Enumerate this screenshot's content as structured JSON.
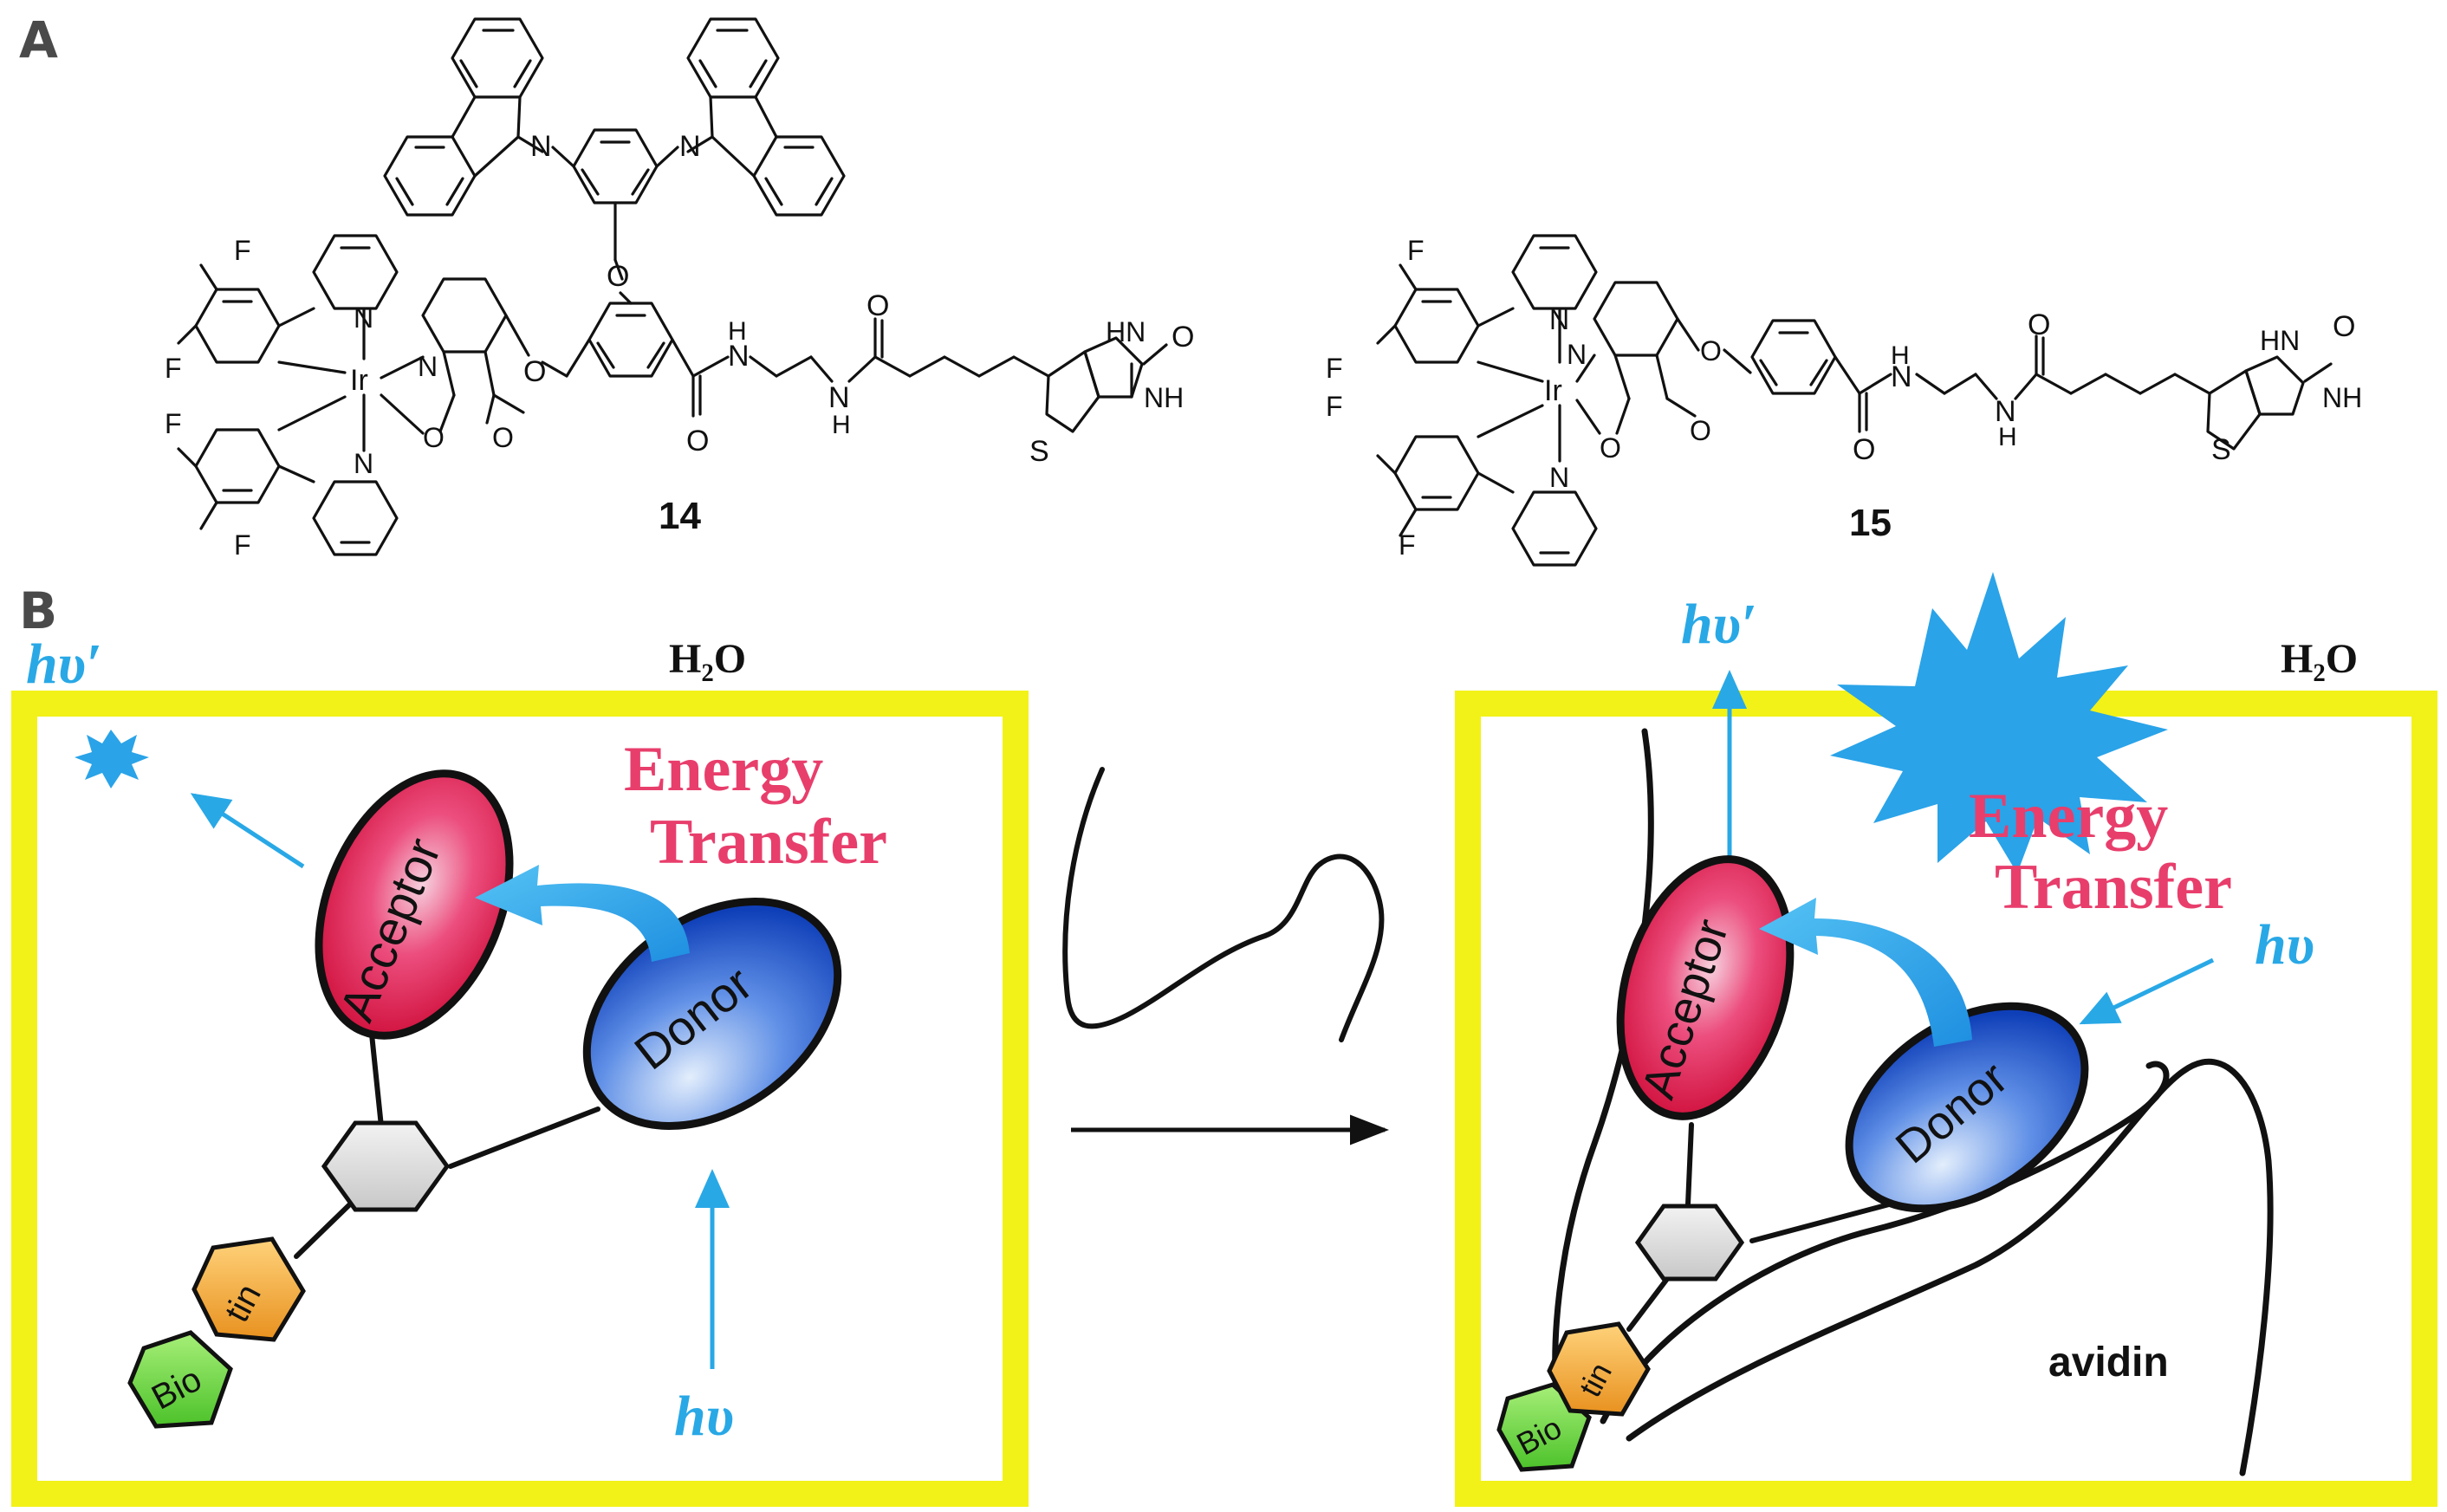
{
  "panels": {
    "a": {
      "letter": "A"
    },
    "b": {
      "letter": "B"
    }
  },
  "compounds": {
    "c14": {
      "label": "14",
      "atoms": {
        "n_carb1": "N",
        "n_carb2": "N",
        "f1": "F",
        "f2": "F",
        "f3": "F",
        "f4": "F",
        "ir": "Ir",
        "n_top": "N",
        "n_bot": "N",
        "n_pic": "N",
        "o_ir": "O",
        "o_carbonyl": "O",
        "o_ether1": "O",
        "o_ether2": "O",
        "nh_amide1": "H",
        "n_amide1": "N",
        "o_amide1": "O",
        "nh_amide2": "N",
        "h_amide2": "H",
        "o_amide2": "O",
        "hn_urea": "HN",
        "o_urea": "O",
        "nh_urea": "NH",
        "s": "S"
      }
    },
    "c15": {
      "label": "15",
      "atoms": {
        "f1": "F",
        "f2": "F",
        "f3": "F",
        "f4": "F",
        "ir": "Ir",
        "n_top": "N",
        "n_bot": "N",
        "n_pic": "N",
        "o_ir": "O",
        "o_carbonyl": "O",
        "o_ether": "O",
        "h_amide1": "H",
        "n_amide1": "N",
        "o_amide1": "O",
        "n_amide2": "N",
        "h_amide2": "H",
        "o_amide2": "O",
        "hn_urea": "HN",
        "o_urea": "O",
        "nh_urea": "NH",
        "s": "S"
      }
    }
  },
  "scheme": {
    "left": {
      "solvent": "H₂O",
      "emission": "hυ′",
      "excitation": "hυ",
      "energy_transfer_line1": "Energy",
      "energy_transfer_line2": "Transfer",
      "acceptor": "Acceptor",
      "donor": "Donor",
      "biotin_part1": "Bio",
      "biotin_part2": "tin"
    },
    "right": {
      "solvent": "H₂O",
      "emission": "hυ′",
      "excitation": "hυ",
      "energy_transfer_line1": "Energy",
      "energy_transfer_line2": "Transfer",
      "acceptor": "Acceptor",
      "donor": "Donor",
      "biotin_part1": "Bio",
      "biotin_part2": "tin",
      "protein": "avidin"
    }
  },
  "colors": {
    "frame": "#f2f218",
    "light_blue": "#29a8e6",
    "energy_text": "#e83e6c",
    "acceptor": "#e8204f",
    "donor": "#1b55c8",
    "biotin_green": "#76d34a",
    "biotin_orange": "#f2a93a",
    "burst": "#2aa3e8"
  }
}
